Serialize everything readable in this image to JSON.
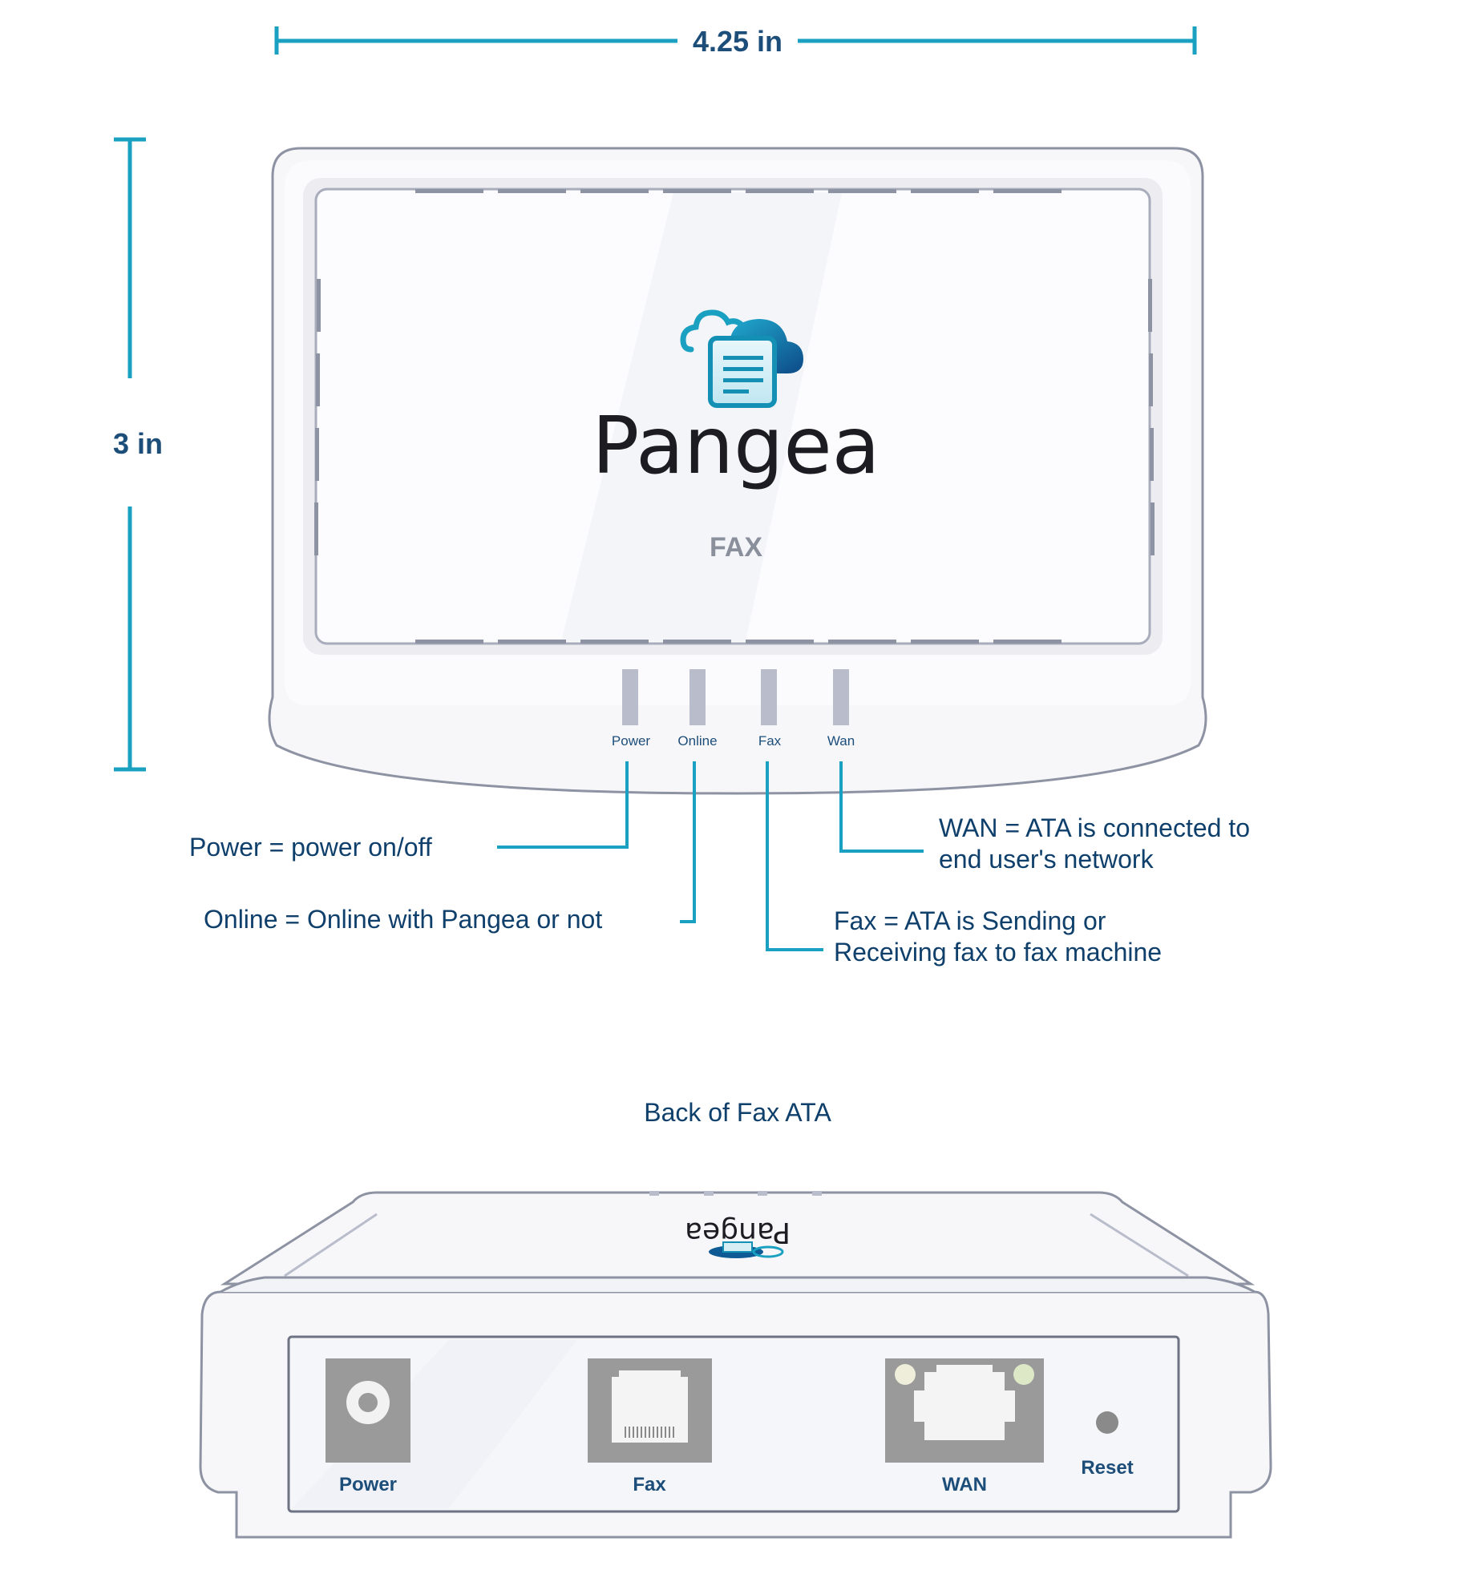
{
  "dimensions": {
    "width_label": "4.25 in",
    "height_label": "3 in"
  },
  "front": {
    "brand": "Pangea",
    "model": "FAX",
    "leds": [
      {
        "label": "Power"
      },
      {
        "label": "Online"
      },
      {
        "label": "Fax"
      },
      {
        "label": "Wan"
      }
    ]
  },
  "callouts": {
    "power": "Power = power on/off",
    "online": "Online = Online with Pangea or not",
    "wan_line1": "WAN = ATA is connected to",
    "wan_line2": "end user's network",
    "fax_line1": "Fax = ATA is Sending or",
    "fax_line2": "Receiving fax to fax machine"
  },
  "back": {
    "title": "Back of Fax ATA",
    "brand_mirrored": "Pangea",
    "ports": {
      "power": "Power",
      "fax": "Fax",
      "wan": "WAN",
      "reset": "Reset"
    }
  },
  "colors": {
    "accent": "#1aa0c0",
    "text": "#0f3f6b",
    "outline": "#8e93a3",
    "led": "#b9bccb",
    "port_gray": "#9a9a9a"
  },
  "icons": [
    "cloud-fax-logo-icon"
  ]
}
